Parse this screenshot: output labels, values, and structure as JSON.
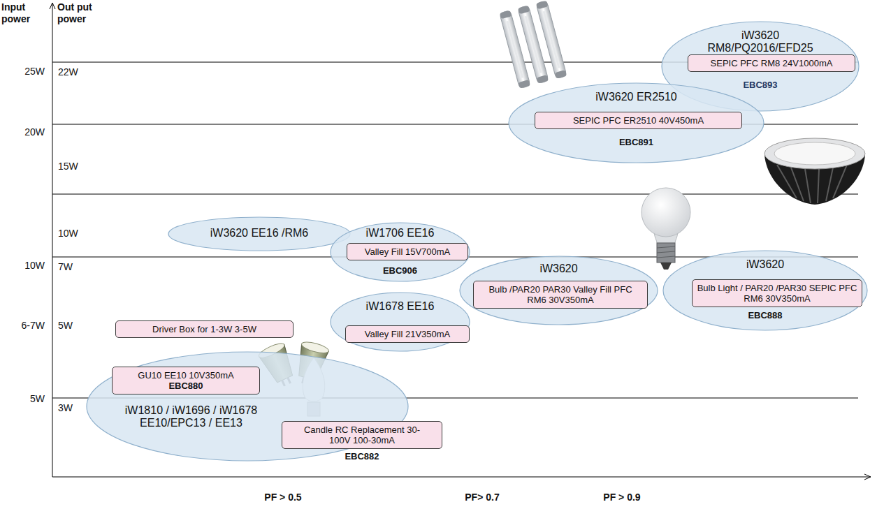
{
  "diagram": {
    "nodes": [
      {
        "text": [
          "iW3620 RM8/PQ2016/EFD25",
          "EBC893"
        ]
      },
      {
        "text": [
          "SEPIC PFC RM8 24V1000mA"
        ],
        "in": 0
      },
      {
        "text": [
          "iW3620 ER2510",
          "EBC891"
        ]
      },
      {
        "text": [
          "SEPIC PFC ER2510 40V450mA"
        ],
        "in": 2
      },
      {
        "text": [
          "iW3620 EE16 /RM6"
        ]
      },
      {
        "text": [
          "iW1706 EE16",
          "EBC906"
        ]
      },
      {
        "text": [
          "Valley Fill 15V700mA"
        ],
        "in": 5
      },
      {
        "text": [
          "iW3620"
        ]
      },
      {
        "text": [
          "Bulb /PAR20 PAR30 Valley Fill PFC RM6 30V350mA"
        ],
        "in": 7
      },
      {
        "text": [
          "iW3620",
          "EBC888"
        ]
      },
      {
        "text": [
          "Bulb Light / PAR20 /PAR30 SEPIC PFC RM6 30V350mA"
        ],
        "in": 9
      },
      {
        "text": [
          "iW1678 EE16"
        ]
      },
      {
        "text": [
          "Valley Fill 21V350mA"
        ],
        "in": 11
      },
      {
        "text": [
          "Driver Box for 1-3W 3-5W"
        ]
      },
      {
        "text": [
          "iW1810 / iW1696 / iW1678 EE10/EPC13 / EE13"
        ]
      },
      {
        "text": [
          "GU10 EE10 10V350mA",
          "EBC880"
        ],
        "in": 14
      },
      {
        "text": [
          "Candle RC Replacement 30-100V 100-30mA",
          "EBC882"
        ]
      }
    ],
    "labels": [
      "Input power",
      "Out put power",
      "25W",
      "22W",
      "20W",
      "15W",
      "10W",
      "10W",
      "7W",
      "6-7W",
      "5W",
      "5W",
      "3W",
      "PF > 0.5",
      "PF> 0.7",
      "PF > 0.9"
    ]
  }
}
